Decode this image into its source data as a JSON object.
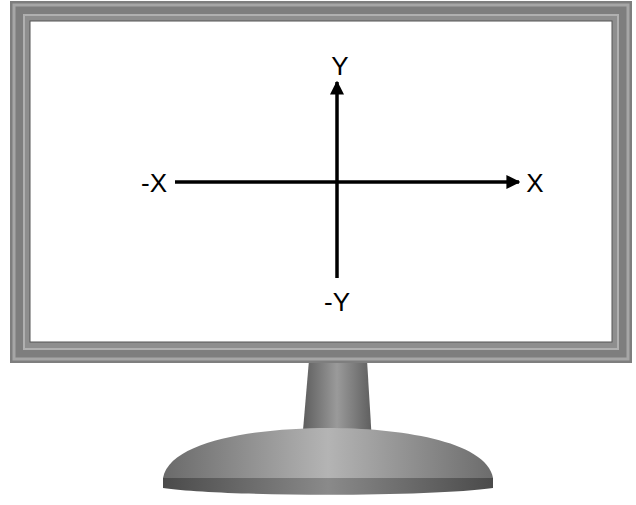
{
  "diagram": {
    "labels": [
      "Y",
      "-X",
      "X",
      "-Y"
    ]
  }
}
